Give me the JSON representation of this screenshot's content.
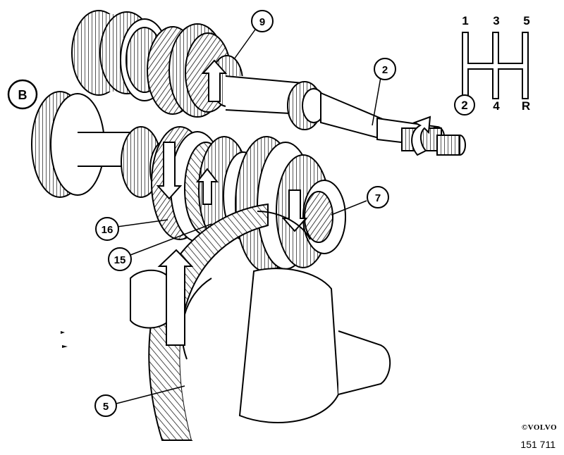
{
  "figure": {
    "view_label": "B",
    "callouts": {
      "c9": "9",
      "c2": "2",
      "c7": "7",
      "c16": "16",
      "c15": "15",
      "c5": "5"
    },
    "shift_pattern": {
      "top": [
        "1",
        "3",
        "5"
      ],
      "bottom_left": "2",
      "bottom_mid": "4",
      "bottom_right": "R"
    },
    "copyright": "©VOLVO",
    "figure_number": "151 711"
  }
}
